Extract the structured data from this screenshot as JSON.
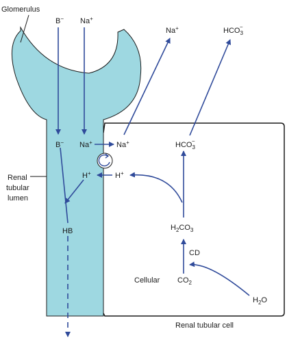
{
  "colors": {
    "lumen_fill": "#9ed8e1",
    "arrow": "#2f4a9a",
    "outline": "#1a1a1a"
  },
  "labels": {
    "glomerulus": "Glomerulus",
    "renal_line1": "Renal",
    "renal_line2": "tubular",
    "renal_line3": "lumen",
    "renal_tubular_cell": "Renal tubular cell",
    "cellular": "Cellular",
    "cd": "CD"
  },
  "chemicals": {
    "b_minus_top": {
      "base": "B",
      "sup": "−"
    },
    "na_plus_top": {
      "base": "Na",
      "sup": "+"
    },
    "na_plus_out": {
      "base": "Na",
      "sup": "+"
    },
    "hco3_out": {
      "base": "HCO",
      "sub": "3",
      "sup": "−"
    },
    "b_minus_lumen": {
      "base": "B",
      "sup": "−"
    },
    "na_plus_lumen": {
      "base": "Na",
      "sup": "+"
    },
    "na_plus_cell": {
      "base": "Na",
      "sup": "+"
    },
    "hco3_cell": {
      "base": "HCO",
      "sub": "3",
      "sup": "−"
    },
    "h_plus_lumen": {
      "base": "H",
      "sup": "+"
    },
    "h_plus_cell": {
      "base": "H",
      "sup": "+"
    },
    "hb": {
      "base": "HB"
    },
    "h2co3": {
      "pre": "H",
      "sub1": "2",
      "post": "CO",
      "sub2": "3"
    },
    "co2": {
      "base": "CO",
      "sub": "2"
    },
    "h2o": {
      "base": "H",
      "sub": "2",
      "post": "O"
    }
  }
}
